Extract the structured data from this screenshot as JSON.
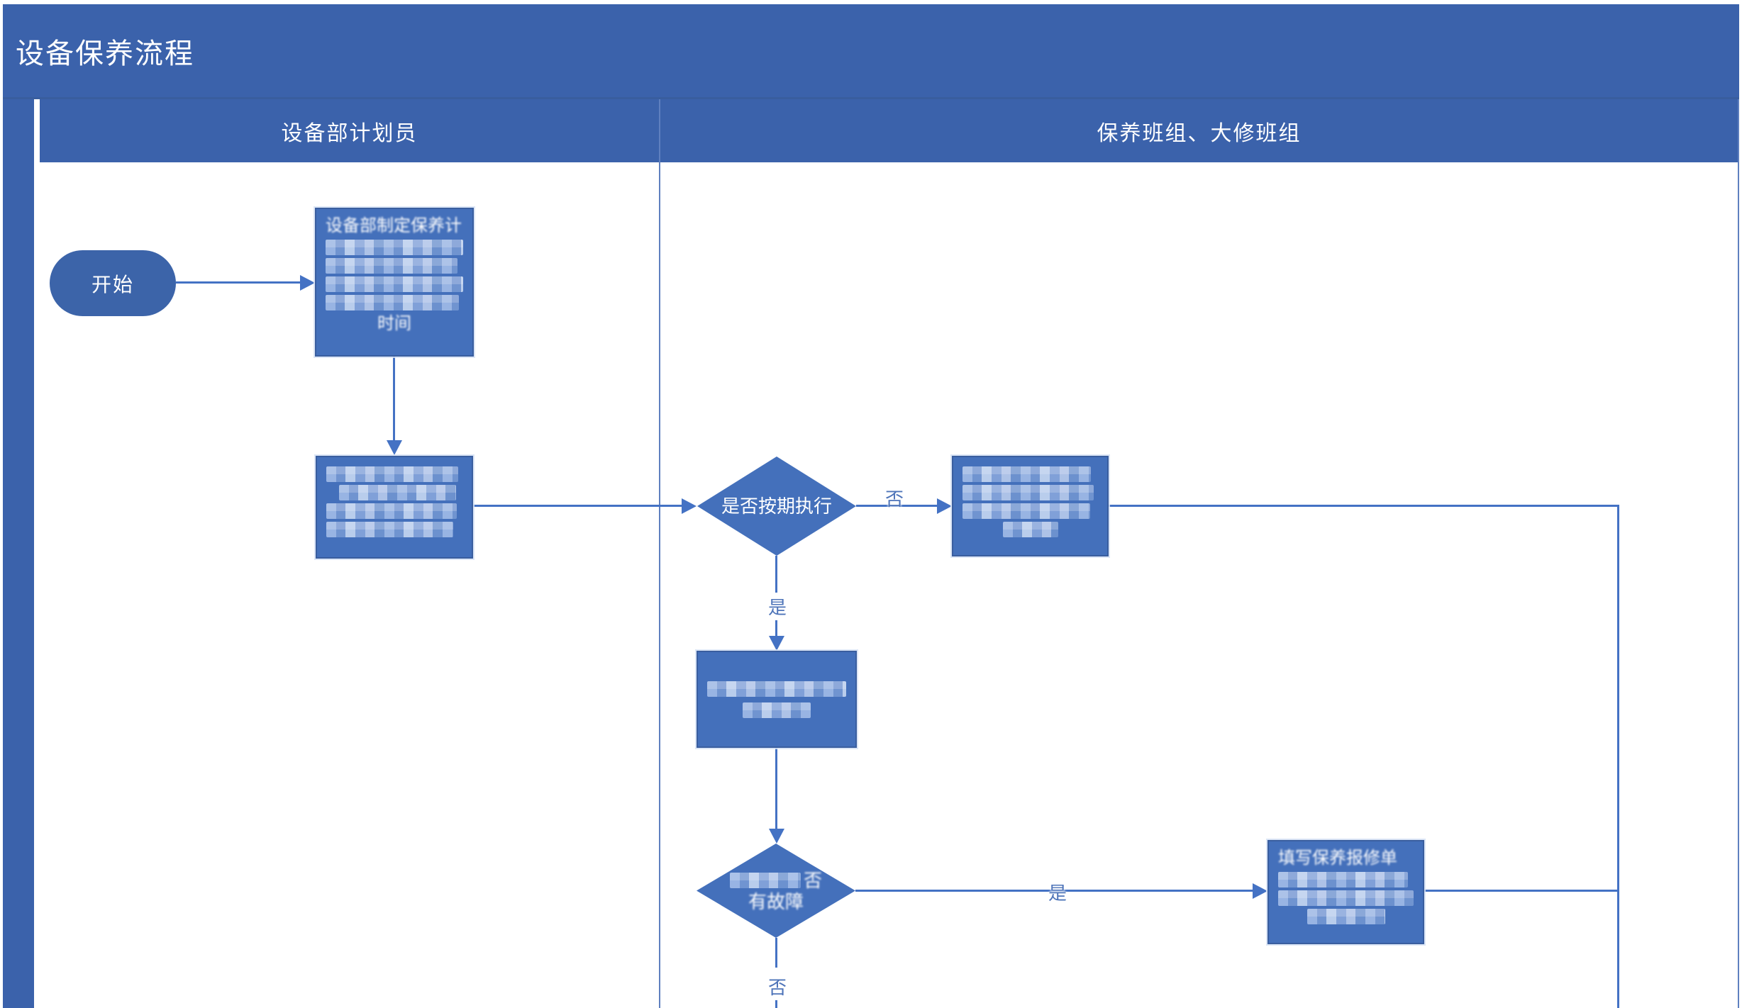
{
  "header": {
    "title": "设备保养流程"
  },
  "lanes": {
    "columns": [
      {
        "label": "设备部计划员"
      },
      {
        "label": "保养班组、大修班组"
      }
    ]
  },
  "flow": {
    "start": {
      "type": "terminator",
      "label": "开始"
    },
    "plan_box": {
      "type": "process",
      "visible_top_line": "设备部制定保养计",
      "visible_bottom_line": "时间",
      "blurred_line_count": 4
    },
    "notify_box": {
      "type": "process",
      "blurred_line_count": 4
    },
    "on_schedule_decision": {
      "type": "decision",
      "label": "是否按期执行"
    },
    "adjust_box": {
      "type": "process",
      "blurred_line_count": 4
    },
    "execute_box": {
      "type": "process",
      "blurred_line_count": 2
    },
    "fault_decision": {
      "type": "decision",
      "visible_line1_suffix": "否",
      "visible_line2": "有故障",
      "blurred_line_count": 1
    },
    "repair_form_box": {
      "type": "process",
      "visible_top_line": "填写保养报修单",
      "blurred_line_count": 3
    },
    "labels": {
      "no1": "否",
      "yes1": "是",
      "yes2": "是",
      "no2": "否"
    }
  },
  "colors": {
    "bar": "#3b62ab",
    "node_fill": "#4470bb",
    "connector": "#4472c4",
    "label_text": "#4e74b9",
    "text": "#ffffff"
  }
}
